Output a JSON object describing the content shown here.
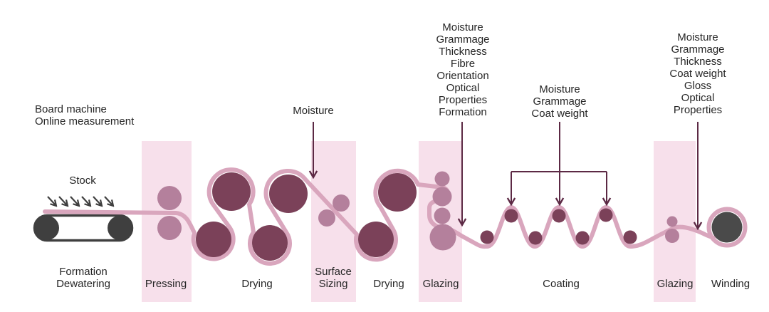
{
  "header": {
    "line1": "Board machine",
    "line2": "Online measurement"
  },
  "stock": {
    "label": "Stock"
  },
  "stages": [
    {
      "id": "formation",
      "lines": [
        "Formation",
        "Dewatering"
      ]
    },
    {
      "id": "pressing",
      "lines": [
        "Pressing"
      ]
    },
    {
      "id": "drying-1",
      "lines": [
        "Drying"
      ]
    },
    {
      "id": "surface-sizing",
      "lines": [
        "Surface",
        "Sizing"
      ]
    },
    {
      "id": "drying-2",
      "lines": [
        "Drying"
      ]
    },
    {
      "id": "glazing-1",
      "lines": [
        "Glazing"
      ]
    },
    {
      "id": "coating",
      "lines": [
        "Coating"
      ]
    },
    {
      "id": "glazing-2",
      "lines": [
        "Glazing"
      ]
    },
    {
      "id": "winding",
      "lines": [
        "Winding"
      ]
    }
  ],
  "annotations": [
    {
      "id": "moisture-after-drying",
      "lines": [
        "Moisture"
      ]
    },
    {
      "id": "after-glazing-1",
      "lines": [
        "Moisture",
        "Grammage",
        "Thickness",
        "Fibre",
        "Orientation",
        "Optical",
        "Properties",
        "Formation"
      ]
    },
    {
      "id": "coating-measurements",
      "lines": [
        "Moisture",
        "Grammage",
        "Coat weight"
      ]
    },
    {
      "id": "before-winding",
      "lines": [
        "Moisture",
        "Grammage",
        "Thickness",
        "Coat weight",
        "Gloss",
        "Optical",
        "Properties"
      ]
    }
  ],
  "colors": {
    "background": "#ffffff",
    "band": "#f7e0eb",
    "web": "#d9a6bd",
    "mauve": "#b4809c",
    "maroon": "#7b4159",
    "dark": "#3f3f3f",
    "reel": "#4a4a4a",
    "arrow": "#5c2944",
    "text": "#262626"
  }
}
